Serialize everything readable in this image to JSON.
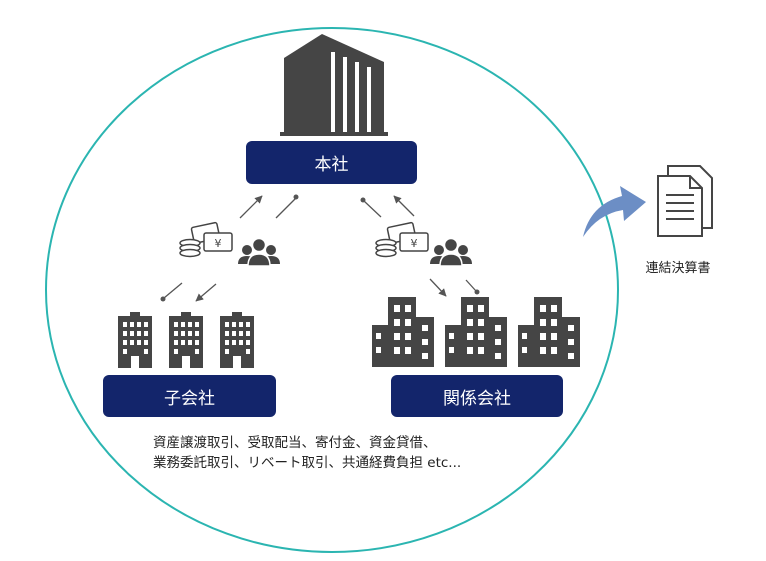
{
  "nodes": {
    "head_office": "本社",
    "subsidiaries": "子会社",
    "affiliates": "関係会社"
  },
  "transactions": {
    "line1": "資産譲渡取引、受取配当、寄付金、資金貸借、",
    "line2": "業務委託取引、リベート取引、共通経費負担 etc..."
  },
  "output": {
    "label": "連結決算書"
  },
  "icons": [
    "office-building-icon",
    "money-icon",
    "people-icon",
    "document-icon",
    "curved-arrow-icon"
  ],
  "colors": {
    "navy": "#13256b",
    "teal_circle": "#2bb5b1",
    "icon_gray": "#454545",
    "arrow_blue": "#6c8ec5"
  }
}
